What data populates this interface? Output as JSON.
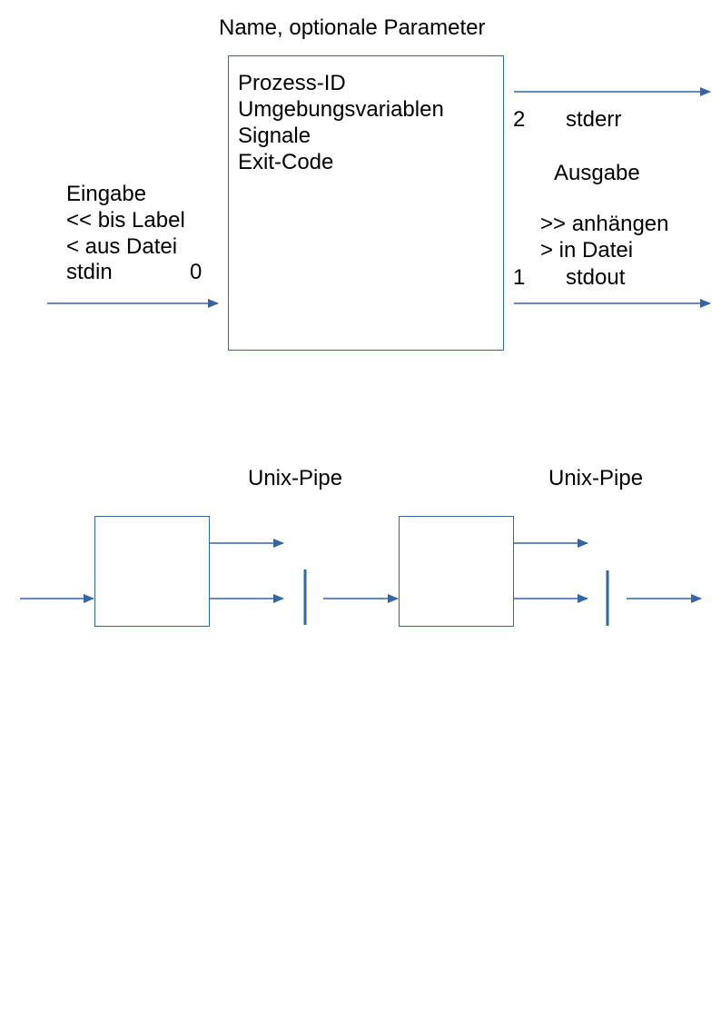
{
  "process": {
    "title": "Name, optionale Parameter",
    "attributes": [
      "Prozess-ID",
      "Umgebungsvariablen",
      "Signale",
      "Exit-Code"
    ]
  },
  "input": {
    "heading": "Eingabe",
    "heredoc": "<< bis Label",
    "from_file": "< aus Datei",
    "stream": "stdin",
    "fd": "0"
  },
  "output": {
    "heading": "Ausgabe",
    "append": ">> anhängen",
    "to_file": "> in Datei",
    "stdout_stream": "stdout",
    "stdout_fd": "1",
    "stderr_stream": "stderr",
    "stderr_fd": "2"
  },
  "pipeline": {
    "pipe_labels": [
      "Unix-Pipe",
      "Unix-Pipe"
    ]
  },
  "colors": {
    "line": "#3465a4"
  }
}
